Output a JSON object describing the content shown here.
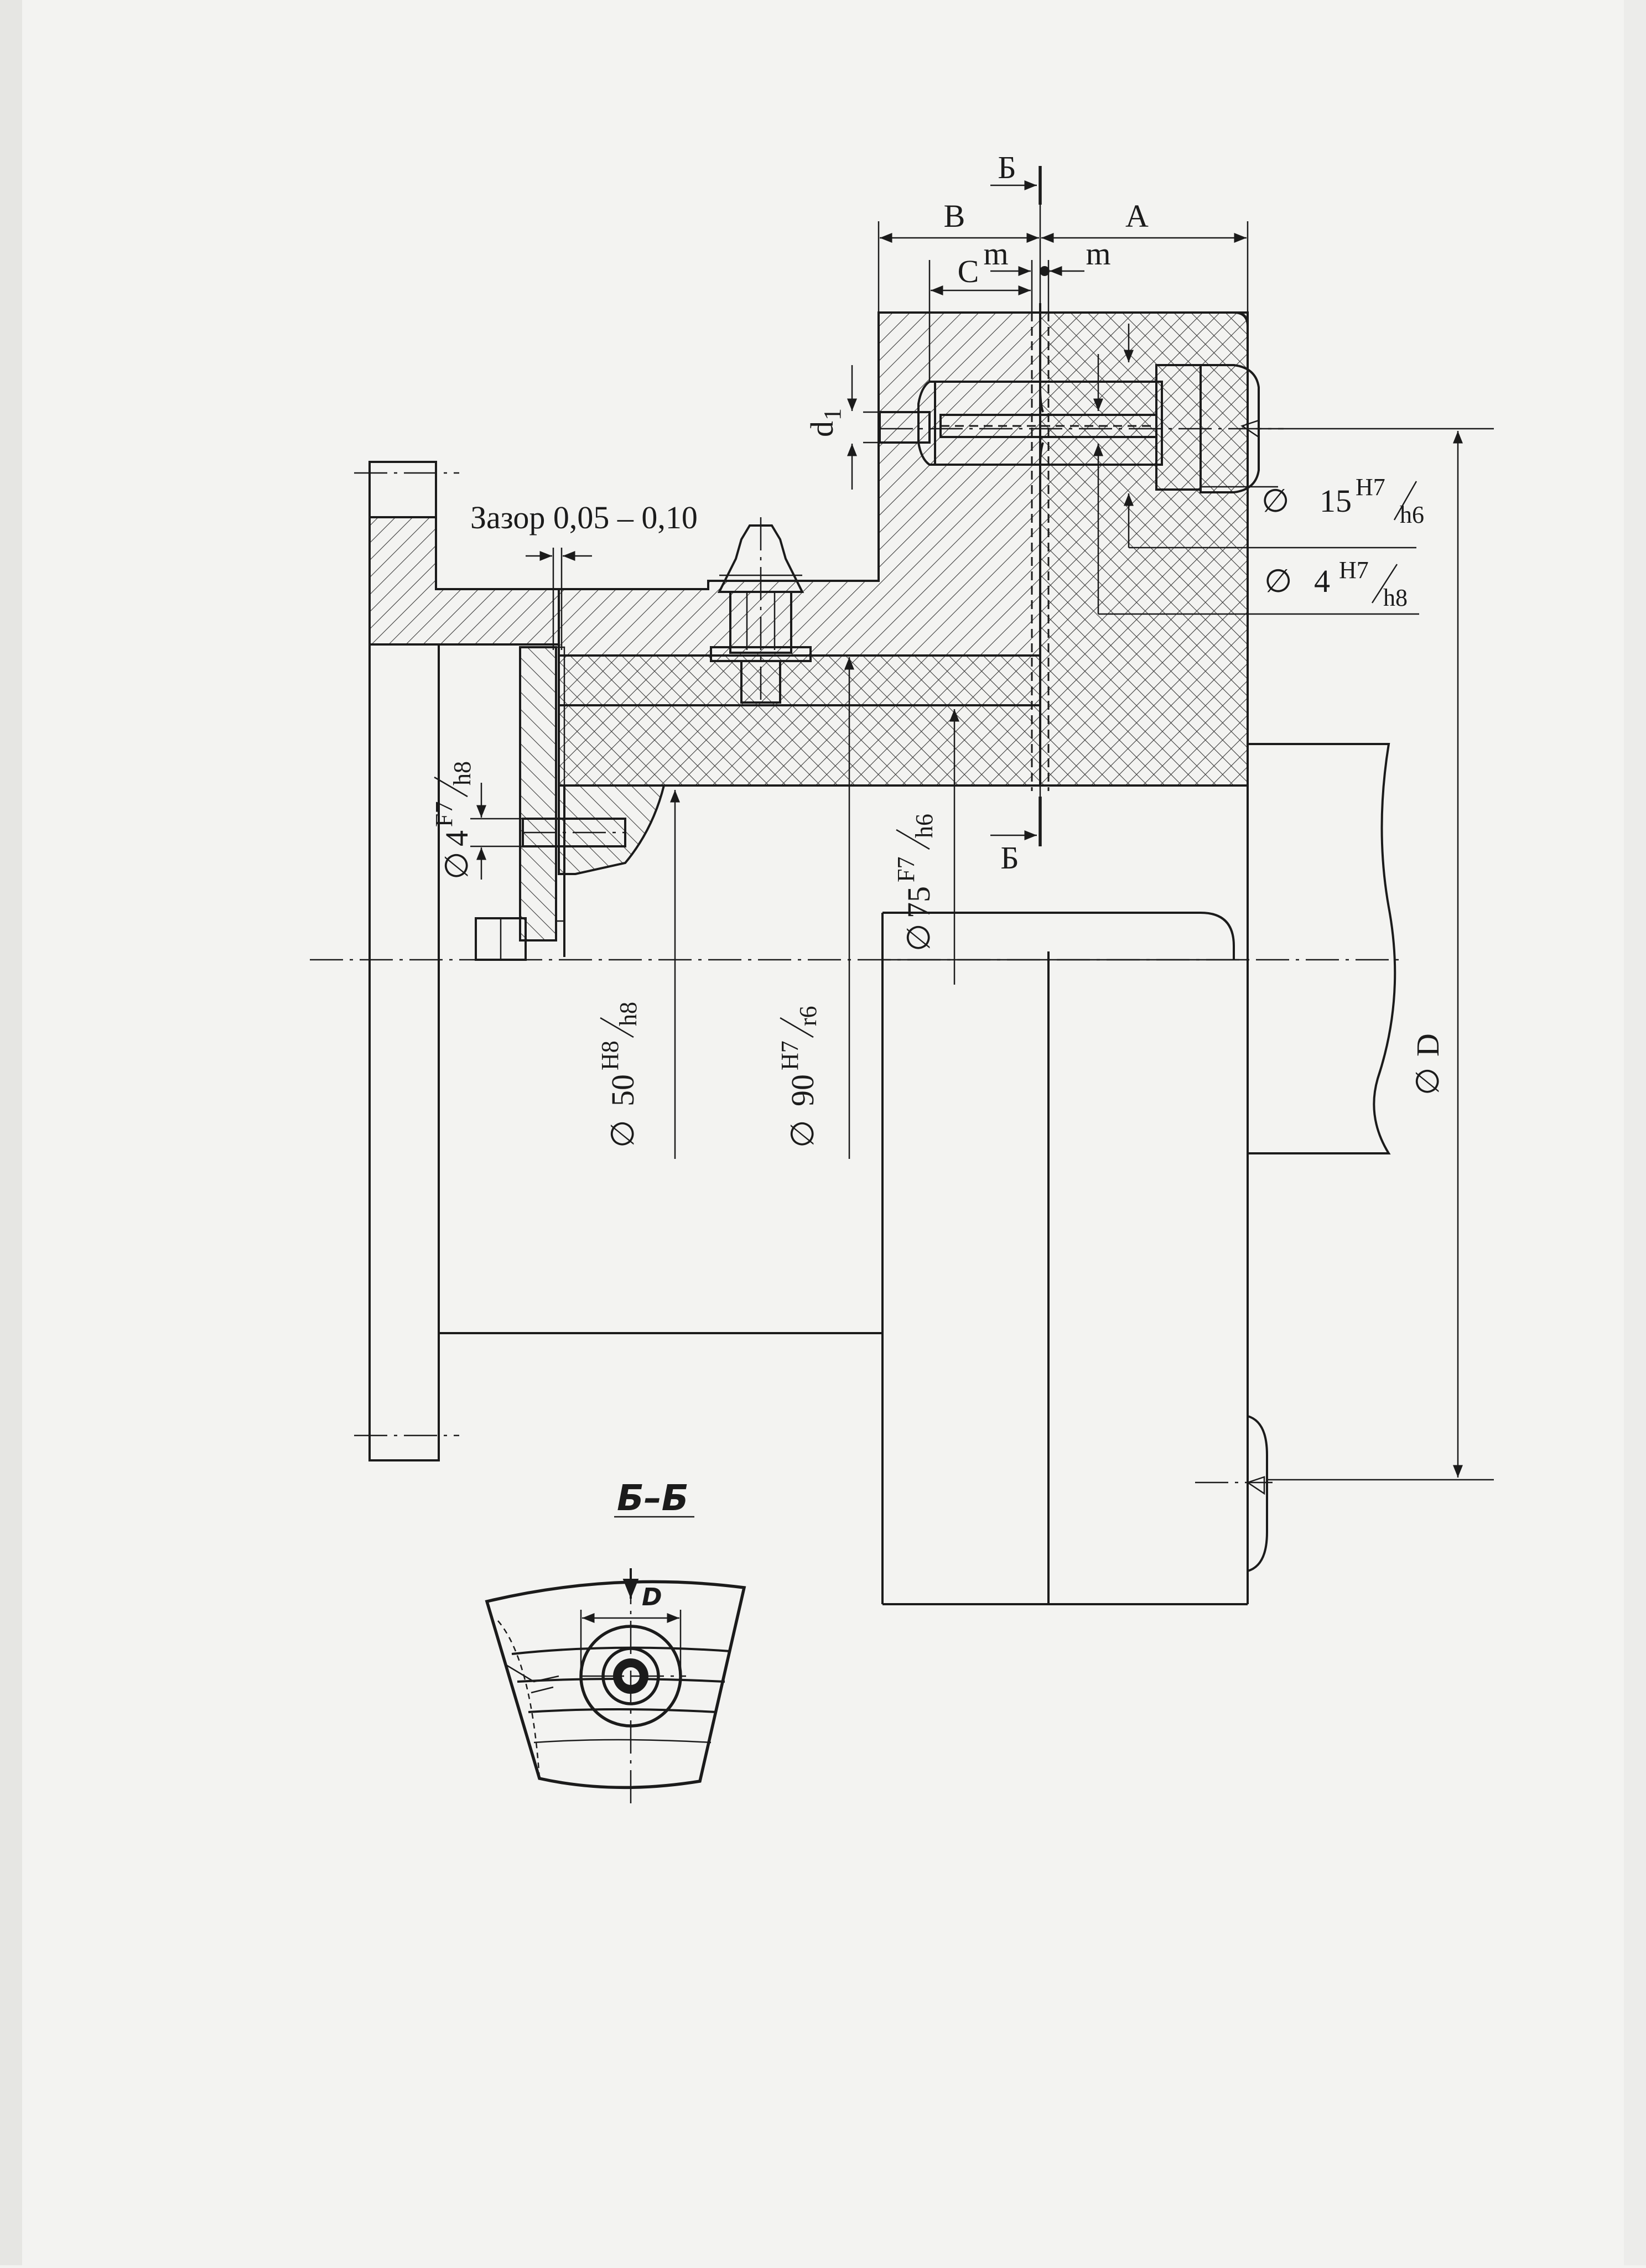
{
  "drawing": {
    "gap_label": "Зазор 0,05 – 0,10",
    "dims": {
      "A": "A",
      "B": "B",
      "C": "C",
      "m_left": "m",
      "m_right": "m",
      "d1": "d",
      "d1_sub": "1",
      "d15_base": "15",
      "d15_up": "H7",
      "d15_low": "h6",
      "d4a_base": "4",
      "d4a_up": "H7",
      "d4a_low": "h8",
      "d4b_base": "4",
      "d4b_up": "F7",
      "d4b_low": "h8",
      "d75_base": "75",
      "d75_up": "F7",
      "d75_low": "h6",
      "d50_base": "50",
      "d50_up": "H8",
      "d50_low": "h8",
      "d90_base": "90",
      "d90_up": "H7",
      "d90_low": "r6",
      "dD": "D"
    },
    "section_mark_top": "Б",
    "section_mark_bottom": "Б",
    "section_title": "Б–Б",
    "section_detail_dim": "D",
    "diameter_symbol": "∅"
  }
}
